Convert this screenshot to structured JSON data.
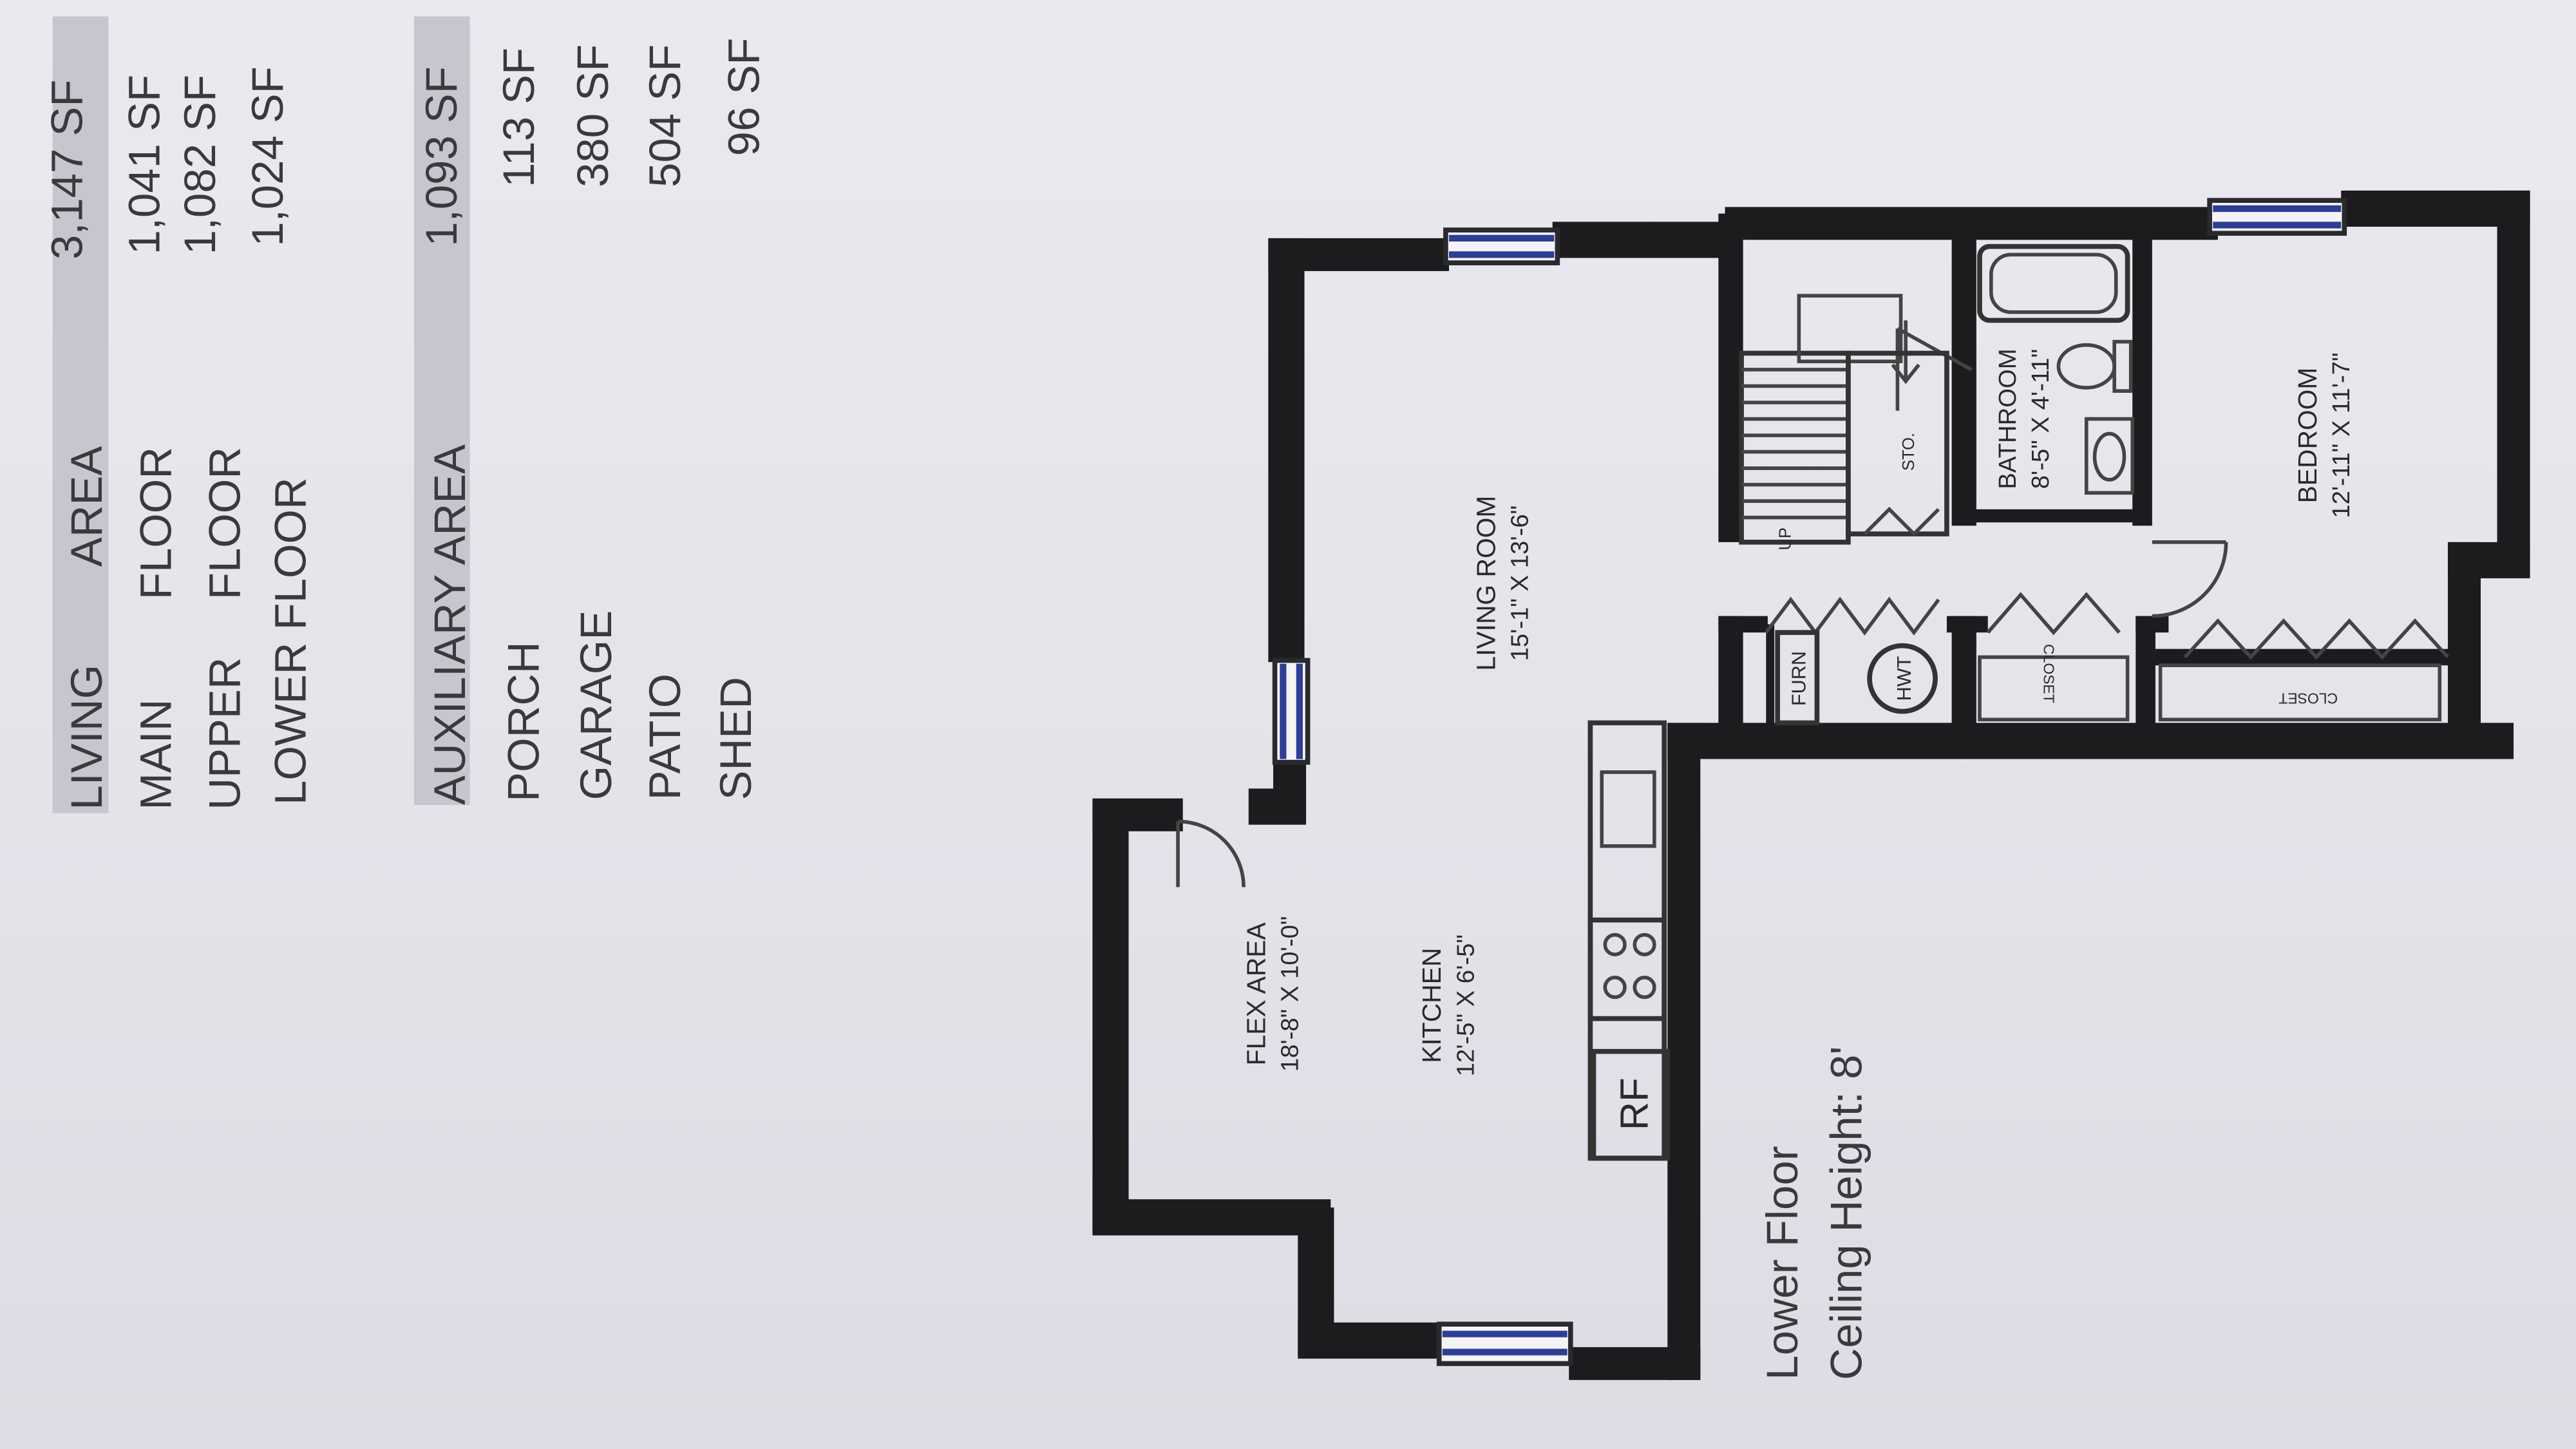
{
  "area_table": {
    "living_group": {
      "heading_label": "LIVING",
      "heading_label2": "AREA",
      "heading_value": "3,147 SF",
      "rows": [
        {
          "label": "MAIN",
          "label2": "FLOOR",
          "value": "1,041 SF"
        },
        {
          "label": "UPPER",
          "label2": "FLOOR",
          "value": "1,082 SF"
        },
        {
          "label": "LOWER FLOOR",
          "label2": "",
          "value": "1,024 SF"
        }
      ]
    },
    "auxiliary_group": {
      "heading_label": "AUXILIARY AREA",
      "heading_value": "1,093 SF",
      "rows": [
        {
          "label": "PORCH",
          "value": "113 SF"
        },
        {
          "label": "GARAGE",
          "value": "380 SF"
        },
        {
          "label": "PATIO",
          "value": "504 SF"
        },
        {
          "label": "SHED",
          "value": "96 SF"
        }
      ]
    }
  },
  "rooms": {
    "living_room": {
      "name": "LIVING ROOM",
      "size": "15'-1\" X 13'-6\""
    },
    "flex_area": {
      "name": "FLEX AREA",
      "size": "18'-8\" X 10'-0\""
    },
    "kitchen": {
      "name": "KITCHEN",
      "size": "12'-5\" X 6'-5\""
    },
    "bathroom": {
      "name": "BATHROOM",
      "size": "8'-5\" X 4'-11\""
    },
    "bedroom": {
      "name": "BEDROOM",
      "size": "12'-11\" X 11'-7\""
    },
    "storage": "STO.",
    "furnace": "FURN",
    "water_heater": "HWT",
    "closet_a": "CLOSET",
    "closet_b": "CLOSET",
    "refrigerator": "RF",
    "stairs_up": "UP"
  },
  "floor_caption": {
    "title": "Lower Floor",
    "ceiling": "Ceiling Height: 8'"
  }
}
